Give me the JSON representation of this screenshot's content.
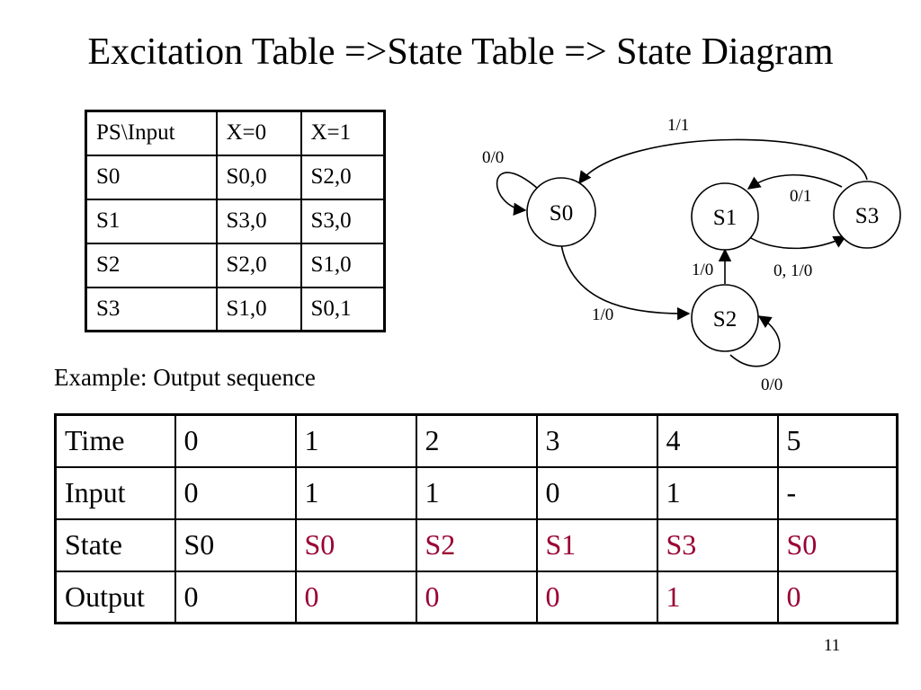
{
  "title": "Excitation Table =>State Table => State Diagram",
  "state_table": {
    "headers": [
      "PS\\Input",
      "X=0",
      "X=1"
    ],
    "rows": [
      [
        "S0",
        "S0,0",
        "S2,0"
      ],
      [
        "S1",
        "S3,0",
        "S3,0"
      ],
      [
        "S2",
        "S2,0",
        "S1,0"
      ],
      [
        "S3",
        "S1,0",
        "S0,1"
      ]
    ]
  },
  "example_label": "Example: Output sequence",
  "sequence_table": {
    "rows": [
      {
        "label": "Time",
        "values": [
          "0",
          "1",
          "2",
          "3",
          "4",
          "5"
        ]
      },
      {
        "label": "Input",
        "values": [
          "0",
          "1",
          "1",
          "0",
          "1",
          "-"
        ]
      },
      {
        "label": "State",
        "values": [
          "S0",
          "S0",
          "S2",
          "S1",
          "S3",
          "S0"
        ]
      },
      {
        "label": "Output",
        "values": [
          "0",
          "0",
          "0",
          "0",
          "1",
          "0"
        ]
      }
    ],
    "highlight_color": "#990033"
  },
  "diagram": {
    "states": [
      "S0",
      "S1",
      "S2",
      "S3"
    ],
    "transitions": [
      {
        "from": "S0",
        "to": "S0",
        "label": "0/0"
      },
      {
        "from": "S0",
        "to": "S2",
        "label": "1/0"
      },
      {
        "from": "S1",
        "to": "S3",
        "label": "0, 1/0"
      },
      {
        "from": "S2",
        "to": "S2",
        "label": "0/0"
      },
      {
        "from": "S2",
        "to": "S1",
        "label": "1/0"
      },
      {
        "from": "S3",
        "to": "S1",
        "label": "0/1"
      },
      {
        "from": "S3",
        "to": "S0",
        "label": "1/1"
      }
    ]
  },
  "page_number": "11"
}
